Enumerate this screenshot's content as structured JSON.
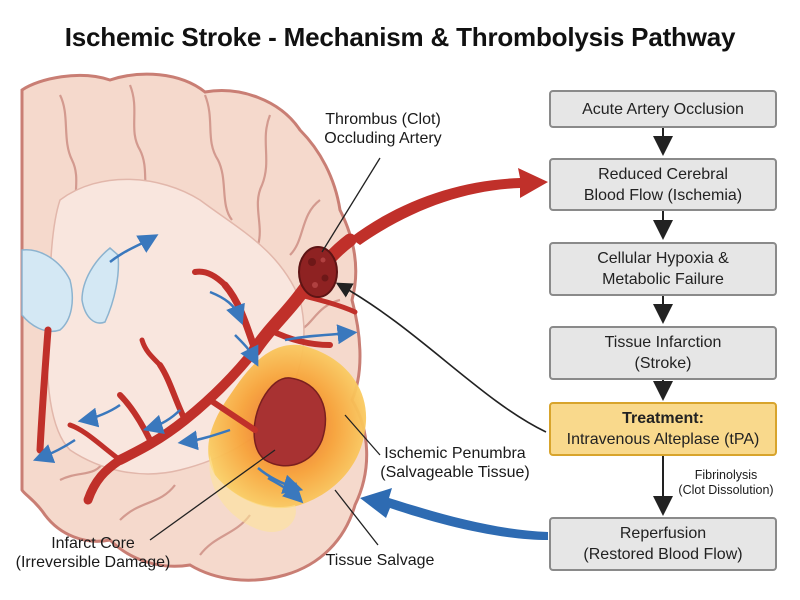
{
  "title": "Ischemic Stroke - Mechanism & Thrombolysis Pathway",
  "labels": {
    "thrombus": [
      "Thrombus (Clot)",
      "Occluding Artery"
    ],
    "penumbra": [
      "Ischemic Penumbra",
      "(Salvageable Tissue)"
    ],
    "infarct_core": [
      "Infarct Core",
      "(Irreversible Damage)"
    ],
    "tissue_salvage": "Tissue Salvage"
  },
  "flowchart": {
    "steps": [
      {
        "lines": [
          "Acute Artery Occlusion"
        ]
      },
      {
        "lines": [
          "Reduced Cerebral",
          "Blood Flow (Ischemia)"
        ]
      },
      {
        "lines": [
          "Cellular Hypoxia &",
          "Metabolic Failure"
        ]
      },
      {
        "lines": [
          "Tissue Infarction",
          "(Stroke)"
        ]
      },
      {
        "lines": [
          "Treatment:",
          "Intravenous Alteplase (tPA)"
        ]
      },
      {
        "lines": [
          "Reperfusion",
          "(Restored Blood Flow)"
        ]
      }
    ],
    "fibrinolysis_label": [
      "Fibrinolysis",
      "(Clot Dissolution)"
    ]
  },
  "colors": {
    "artery": "#c0302a",
    "clot": "#8e2222",
    "brain": "#f5d9cc",
    "brain_outline": "#c97e74",
    "penumbra": "#f8b43a",
    "core": "#a83232",
    "ventricle": "#d4e8f4",
    "flow_arrow": "#3a78bd",
    "box": "#e6e6e6",
    "treatment_box": "#f9d98c"
  }
}
